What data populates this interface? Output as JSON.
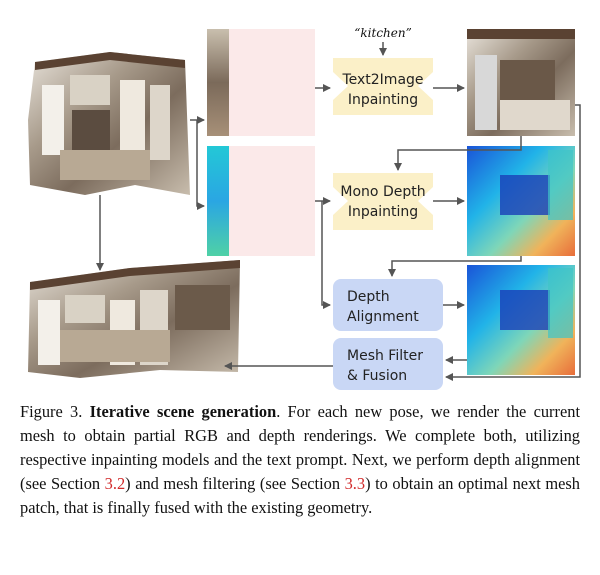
{
  "figure": {
    "prompt": "“kitchen”",
    "nodes": {
      "text2image": [
        "Text2Image",
        "Inpainting"
      ],
      "mono_depth": [
        "Mono Depth",
        "Inpainting"
      ],
      "depth_alignment": [
        "Depth",
        "Alignment"
      ],
      "mesh_filter": [
        "Mesh Filter",
        "& Fusion"
      ]
    }
  },
  "caption": {
    "label": "Figure 3.",
    "title": "Iterative scene generation",
    "text_1": ". For each new pose, we render the current mesh to obtain partial RGB and depth renderings. We complete both, utilizing respective inpainting models and the text prompt. Next, we perform depth alignment (see Section ",
    "ref_1": "3.2",
    "text_2": ") and mesh filtering (see Section ",
    "ref_2": "3.3",
    "text_3": ") to obtain an optimal next mesh patch, that is finally fused with the existing geometry."
  },
  "colors": {
    "inpaint_box": "#fbf0c8",
    "process_box": "#c9d7f5",
    "mask_fill": "#fbe9e9",
    "arrow": "#555555",
    "ref": "#d12a2a"
  }
}
